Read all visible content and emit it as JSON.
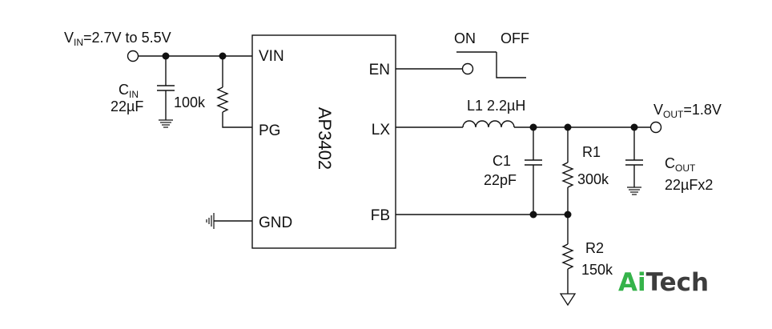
{
  "ic": {
    "name": "AP3402",
    "pins": {
      "vin": "VIN",
      "pg": "PG",
      "gnd": "GND",
      "en": "EN",
      "lx": "LX",
      "fb": "FB"
    }
  },
  "input": {
    "v": "V",
    "sub": "IN",
    "value": "=2.7V to 5.5V"
  },
  "output": {
    "v": "V",
    "sub": "OUT",
    "value": "=1.8V"
  },
  "switch": {
    "on": "ON",
    "off": "OFF"
  },
  "components": {
    "cin": {
      "name": "C",
      "sub": "IN",
      "value": "22µF"
    },
    "rpg": {
      "value": "100k"
    },
    "l1": {
      "label": "L1 2.2µH"
    },
    "c1": {
      "name": "C1",
      "value": "22pF"
    },
    "r1": {
      "name": "R1",
      "value": "300k"
    },
    "r2": {
      "name": "R2",
      "value": "150k"
    },
    "cout": {
      "name": "C",
      "sub": "OUT",
      "value": "22µFx2"
    }
  },
  "logo": {
    "part1": "Ai",
    "part2": "Tech",
    "color1": "#35b34a",
    "color2": "#3d3d3d"
  }
}
